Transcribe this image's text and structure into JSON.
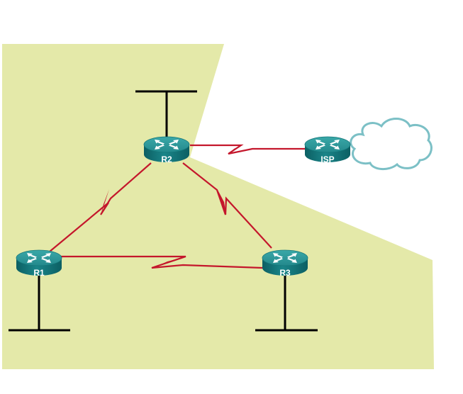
{
  "diagram": {
    "type": "network-topology",
    "colors": {
      "area_fill": "#e4e9a9",
      "serial_link": "#c4172c",
      "lan_segment": "#000000",
      "router_top": "#2e9a9b",
      "router_side": "#0f6f73",
      "router_arrows": "#ffffff",
      "cloud_stroke": "#7cc0c6",
      "label_text": "#ffffff"
    },
    "routers": [
      {
        "id": "R2",
        "label": "R2",
        "icon": "router-icon"
      },
      {
        "id": "R1",
        "label": "R1",
        "icon": "router-icon"
      },
      {
        "id": "R3",
        "label": "R3",
        "icon": "router-icon"
      },
      {
        "id": "ISP",
        "label": "ISP",
        "icon": "router-icon"
      }
    ],
    "links": [
      {
        "from": "R2",
        "to": "ISP",
        "kind": "serial"
      },
      {
        "from": "R2",
        "to": "R1",
        "kind": "serial"
      },
      {
        "from": "R2",
        "to": "R3",
        "kind": "serial"
      },
      {
        "from": "R1",
        "to": "R3",
        "kind": "serial"
      }
    ],
    "lans": [
      {
        "router": "R2"
      },
      {
        "router": "R1"
      },
      {
        "router": "R3"
      }
    ],
    "cloud": {
      "icon": "cloud-icon",
      "attached_to": "ISP"
    }
  }
}
